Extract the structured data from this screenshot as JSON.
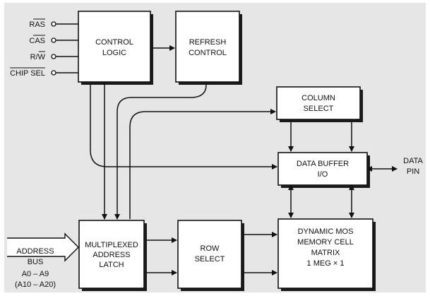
{
  "signals": {
    "ras": "RAS",
    "cas": "CAS",
    "rw": "R/W",
    "chip_sel": "CHIP SEL"
  },
  "blocks": {
    "control_logic": [
      "CONTROL",
      "LOGIC"
    ],
    "refresh_control": [
      "REFRESH",
      "CONTROL"
    ],
    "column_select": [
      "COLUMN",
      "SELECT"
    ],
    "data_buffer": [
      "DATA BUFFER",
      "I/O"
    ],
    "mux_latch": [
      "MULTIPLEXED",
      "ADDRESS",
      "LATCH"
    ],
    "row_select": [
      "ROW",
      "SELECT"
    ],
    "memory": [
      "DYNAMIC MOS",
      "MEMORY CELL",
      "MATRIX",
      "1 MEG × 1"
    ]
  },
  "address_bus": {
    "line1": "ADDRESS",
    "line2": "BUS",
    "line3": "A0 – A9",
    "line4": "(A10 – A20)"
  },
  "data_pin": {
    "line1": "DATA",
    "line2": "PIN"
  }
}
